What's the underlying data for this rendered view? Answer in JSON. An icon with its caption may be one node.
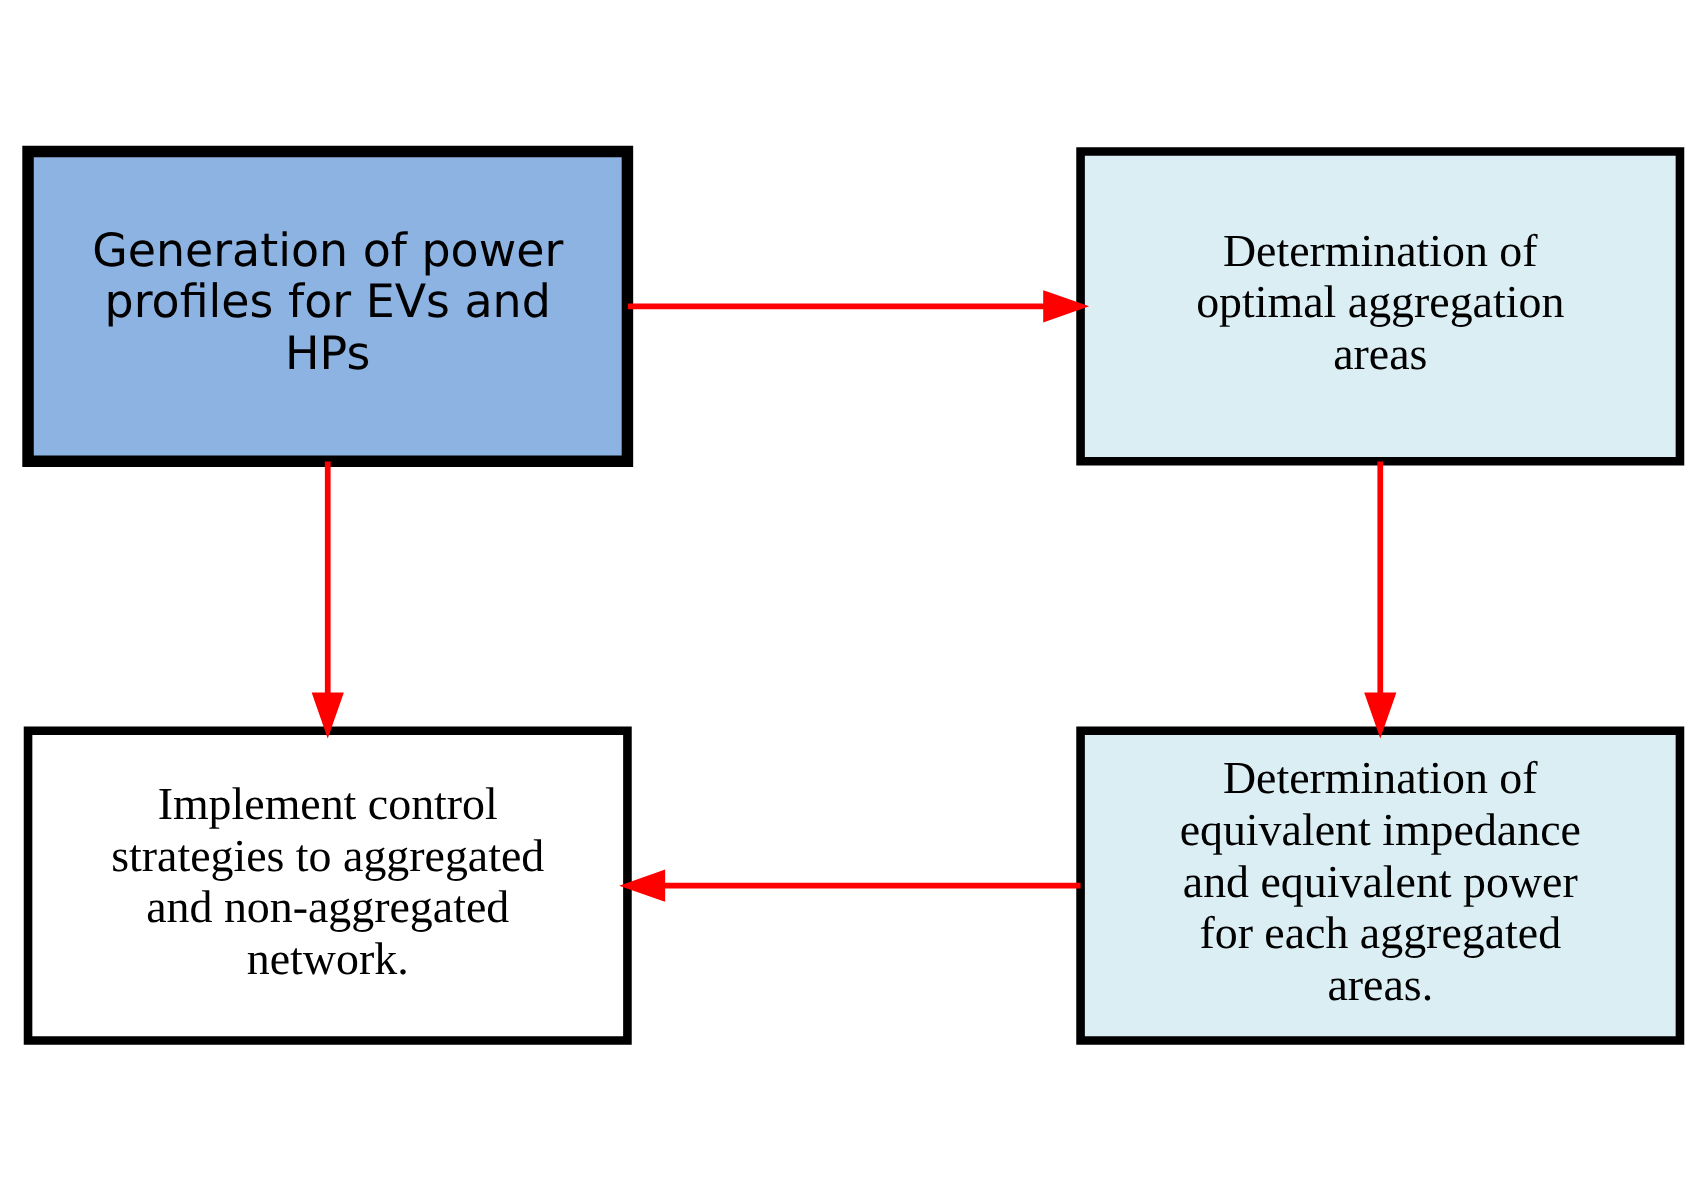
{
  "diagram": {
    "nodes": [
      {
        "text": [
          "Generation of power profiles for EVs and HPs"
        ]
      },
      {
        "text": [
          "Determination of optimal aggregation areas"
        ]
      },
      {
        "text": [
          "Implement control strategies to aggregated and non-aggregated network."
        ]
      },
      {
        "text": [
          "Determination of equivalent impedance and equivalent power for each aggregated areas."
        ]
      }
    ],
    "edges": [
      {
        "from": 0,
        "to": 1,
        "arrow": "to"
      },
      {
        "from": 1,
        "to": 3,
        "arrow": "to"
      },
      {
        "from": 3,
        "to": 2,
        "arrow": "to"
      },
      {
        "from": 0,
        "to": 2,
        "arrow": "to"
      }
    ]
  }
}
